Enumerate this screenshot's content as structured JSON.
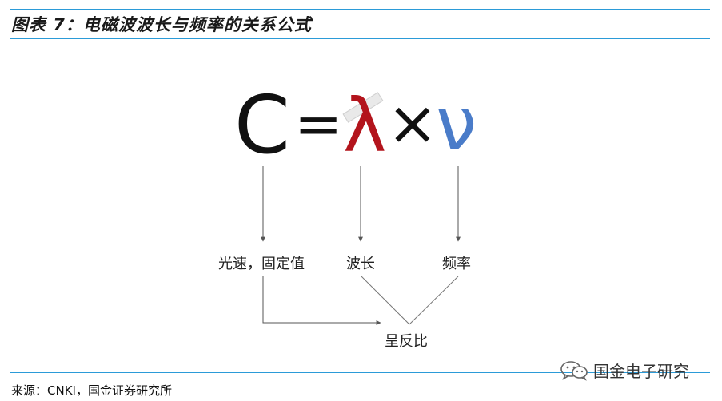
{
  "figure": {
    "title": "图表 7：电磁波波长与频率的关系公式",
    "source": "来源：CNKI，国金证券研究所",
    "watermark": "国金电子研究",
    "watermark_icon": "wechat-icon"
  },
  "formula": {
    "c": "C",
    "equals": "=",
    "lambda": "λ",
    "times": "×",
    "nu": "ν",
    "colors": {
      "lambda": "#b3141c",
      "nu": "#4a7cc9",
      "rule": "#2b9bd8"
    }
  },
  "labels": {
    "c": "光速，固定值",
    "lambda": "波长",
    "nu": "频率",
    "relation": "呈反比"
  }
}
